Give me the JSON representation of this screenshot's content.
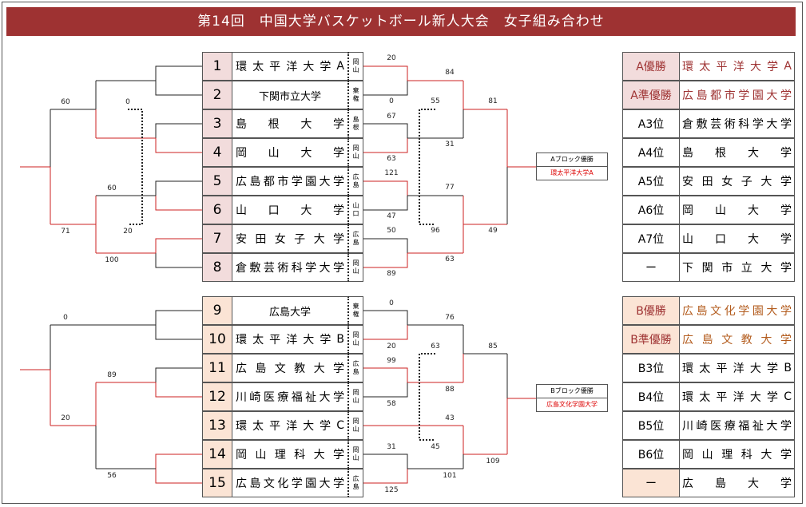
{
  "title": "第14回　中国大学バスケットボール新人大会　女子組み合わせ",
  "colors": {
    "title_bg": "#9e3232",
    "pink": "#f2dcdc",
    "peach": "#fbe4d5",
    "red": "#cc2222",
    "black": "#222222"
  },
  "blockA": {
    "teams": [
      {
        "seed": "1",
        "name": "環太平洋大学A",
        "pref": [
          "岡",
          "山"
        ]
      },
      {
        "seed": "2",
        "name": "下関市立大学",
        "pref": [
          "棄",
          "権"
        ]
      },
      {
        "seed": "3",
        "name": "島根大学",
        "pref": [
          "島",
          "根"
        ]
      },
      {
        "seed": "4",
        "name": "岡山大学",
        "pref": [
          "岡",
          "山"
        ]
      },
      {
        "seed": "5",
        "name": "広島都市学園大学",
        "pref": [
          "広",
          "島"
        ]
      },
      {
        "seed": "6",
        "name": "山口大学",
        "pref": [
          "山",
          "口"
        ]
      },
      {
        "seed": "7",
        "name": "安田女子大学",
        "pref": [
          "広",
          "島"
        ]
      },
      {
        "seed": "8",
        "name": "倉敷芸術科学大学",
        "pref": [
          "岡",
          "山"
        ]
      }
    ],
    "winner_title": "Aブロック優勝",
    "winner_name": "環太平洋大学A",
    "ranking": [
      {
        "label": "A優勝",
        "name": "環太平洋大学A"
      },
      {
        "label": "A準優勝",
        "name": "広島都市学園大学"
      },
      {
        "label": "A3位",
        "name": "倉敷芸術科学大学"
      },
      {
        "label": "A4位",
        "name": "島根大学"
      },
      {
        "label": "A5位",
        "name": "安田女子大学"
      },
      {
        "label": "A6位",
        "name": "岡山大学"
      },
      {
        "label": "A7位",
        "name": "山口大学"
      },
      {
        "label": "ー",
        "name": "下関市立大学"
      }
    ],
    "scores": [
      "20",
      "0",
      "84",
      "67",
      "63",
      "31",
      "81",
      "55",
      "121",
      "47",
      "77",
      "50",
      "89",
      "63",
      "49",
      "96",
      "60",
      "0",
      "60",
      "20",
      "71",
      "100"
    ]
  },
  "blockB": {
    "teams": [
      {
        "seed": "9",
        "name": "広島大学",
        "pref": [
          "棄",
          "権"
        ]
      },
      {
        "seed": "10",
        "name": "環太平洋大学B",
        "pref": [
          "岡",
          "山"
        ]
      },
      {
        "seed": "11",
        "name": "広島文教大学",
        "pref": [
          "広",
          "島"
        ]
      },
      {
        "seed": "12",
        "name": "川崎医療福祉大学",
        "pref": [
          "岡",
          "山"
        ]
      },
      {
        "seed": "13",
        "name": "環太平洋大学C",
        "pref": [
          "岡",
          "山"
        ]
      },
      {
        "seed": "14",
        "name": "岡山理科大学",
        "pref": [
          "岡",
          "山"
        ]
      },
      {
        "seed": "15",
        "name": "広島文化学園大学",
        "pref": [
          "広",
          "島"
        ]
      }
    ],
    "winner_title": "Bブロック優勝",
    "winner_name": "広島文化学園大学",
    "ranking": [
      {
        "label": "B優勝",
        "name": "広島文化学園大学"
      },
      {
        "label": "B準優勝",
        "name": "広島文教大学"
      },
      {
        "label": "B3位",
        "name": "環太平洋大学B"
      },
      {
        "label": "B4位",
        "name": "環太平洋大学C"
      },
      {
        "label": "B5位",
        "name": "川崎医療福祉大学"
      },
      {
        "label": "B6位",
        "name": "岡山理科大学"
      },
      {
        "label": "ー",
        "name": "広島大学"
      }
    ],
    "scores": [
      "0",
      "20",
      "76",
      "99",
      "58",
      "88",
      "85",
      "63",
      "43",
      "45",
      "31",
      "125",
      "101",
      "109",
      "0",
      "89",
      "20",
      "56"
    ]
  }
}
